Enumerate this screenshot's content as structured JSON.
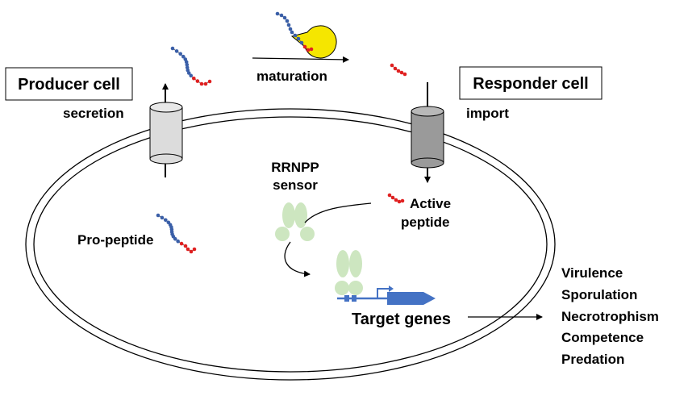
{
  "labels": {
    "producer_cell": "Producer cell",
    "responder_cell": "Responder cell",
    "secretion": "secretion",
    "maturation": "maturation",
    "import": "import",
    "rrnpp_line1": "RRNPP",
    "rrnpp_line2": "sensor",
    "active_line1": "Active",
    "active_line2": "peptide",
    "pro_peptide": "Pro-peptide",
    "target_genes": "Target genes"
  },
  "outcomes": [
    "Virulence",
    "Sporulation",
    "Necrotrophism",
    "Competence",
    "Predation"
  ],
  "colors": {
    "pro_region": "#3a5fa8",
    "mature_peptide": "#e02020",
    "protease": "#f5e600",
    "sensor": "#cde6c0",
    "transporter_secretion": "#dcdcdc",
    "transporter_import": "#9a9a9a",
    "gene": "#4472c4"
  }
}
